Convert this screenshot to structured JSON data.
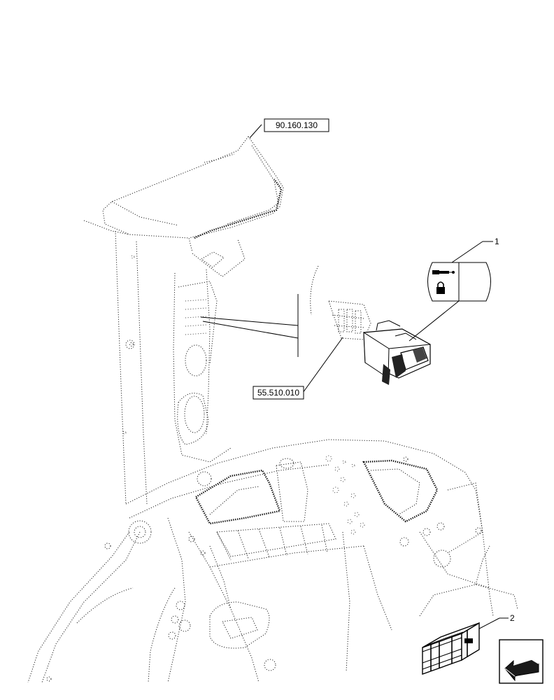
{
  "references": {
    "top_ref": "90.160.130",
    "connector_ref": "55.510.010"
  },
  "callouts": {
    "item1": "1",
    "item2": "2"
  },
  "icons": {
    "switch_label_icon": "hydraulic-cylinder-lock-icon",
    "kit_icon": "crate-icon",
    "navigation_icon": "arrow-icon"
  }
}
